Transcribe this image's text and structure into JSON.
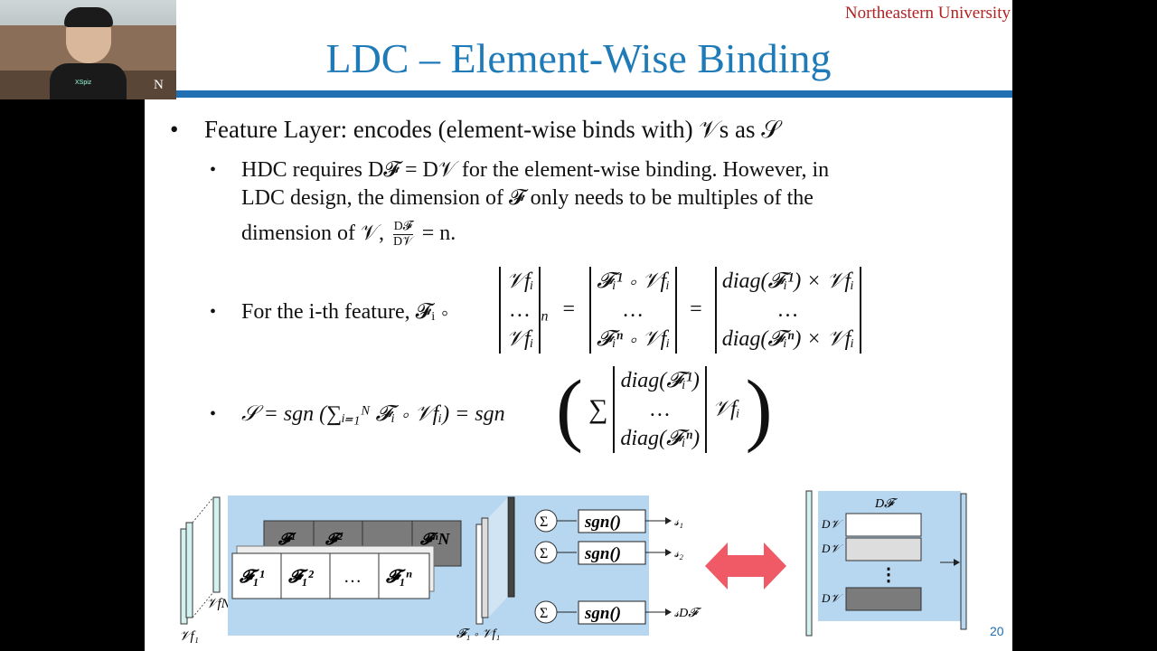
{
  "header": {
    "university": "Northeastern University",
    "title": "LDC – Element-Wise Binding"
  },
  "bullets": {
    "main": "Feature Layer: encodes (element-wise binds with) 𝒱s as 𝒮",
    "sub1_line1": "HDC requires D𝓕 = D𝒱 for the element-wise binding. However, in",
    "sub1_line2": "LDC design, the dimension of 𝓕 only needs to be multiples of the",
    "sub1_line3_prefix": "dimension of 𝒱,",
    "sub1_line3_suffix": "= n.",
    "sub2_prefix": "For the i-th feature, 𝓕ᵢ ∘",
    "sub3_prefix": "𝒮 = sgn (∑ᵢ₌₁ᴺ 𝓕ᵢ ∘ 𝒱fᵢ) = sgn"
  },
  "equations": {
    "frac_num": "D𝓕",
    "frac_den": "D𝒱",
    "vec_a": [
      "𝒱fᵢ",
      "…",
      "𝒱fᵢ"
    ],
    "vec_a_sub": "n",
    "vec_b": [
      "𝓕ᵢ¹ ∘ 𝒱fᵢ",
      "…",
      "𝓕ᵢⁿ ∘ 𝒱fᵢ"
    ],
    "vec_c": [
      "diag(𝓕ᵢ¹) × 𝒱fᵢ",
      "…",
      "diag(𝓕ᵢⁿ) × 𝒱fᵢ"
    ],
    "vec_d": [
      "diag(𝓕ᵢ¹)",
      "…",
      "diag(𝓕ᵢⁿ)"
    ],
    "eq": "=",
    "sum": "∑",
    "vfi": "𝒱fᵢ"
  },
  "diagram": {
    "label_vf1": "𝒱f₁",
    "label_vfN": "𝒱fN",
    "label_f1vf1": "𝓕₁ ∘ 𝒱f₁",
    "back_cells": [
      "𝓕¹",
      "𝓕²",
      "",
      "𝓕ⁿN"
    ],
    "front_cells": [
      "𝓕₁¹",
      "𝓕₁²",
      "…",
      "𝓕₁ⁿ"
    ],
    "sum_symbol": "Σ",
    "sgn_label": "sgn()",
    "outputs": [
      "𝓈₁",
      "𝓈₂",
      "𝓈D𝓕"
    ],
    "right_top_label": "D𝓕",
    "right_row_label": "D𝒱",
    "right_dots": "⋮"
  },
  "footer": {
    "page_number": "20"
  },
  "video": {
    "logo": "N",
    "shirt_text": "XSpiz"
  },
  "colors": {
    "title_blue": "#1f7ab8",
    "rule_blue": "#1f6fb2",
    "university_red": "#b22222",
    "diagram_bg": "#b7d6ef",
    "arrow_red": "#ef5a66",
    "teal_bar": "#d3f2ef"
  }
}
